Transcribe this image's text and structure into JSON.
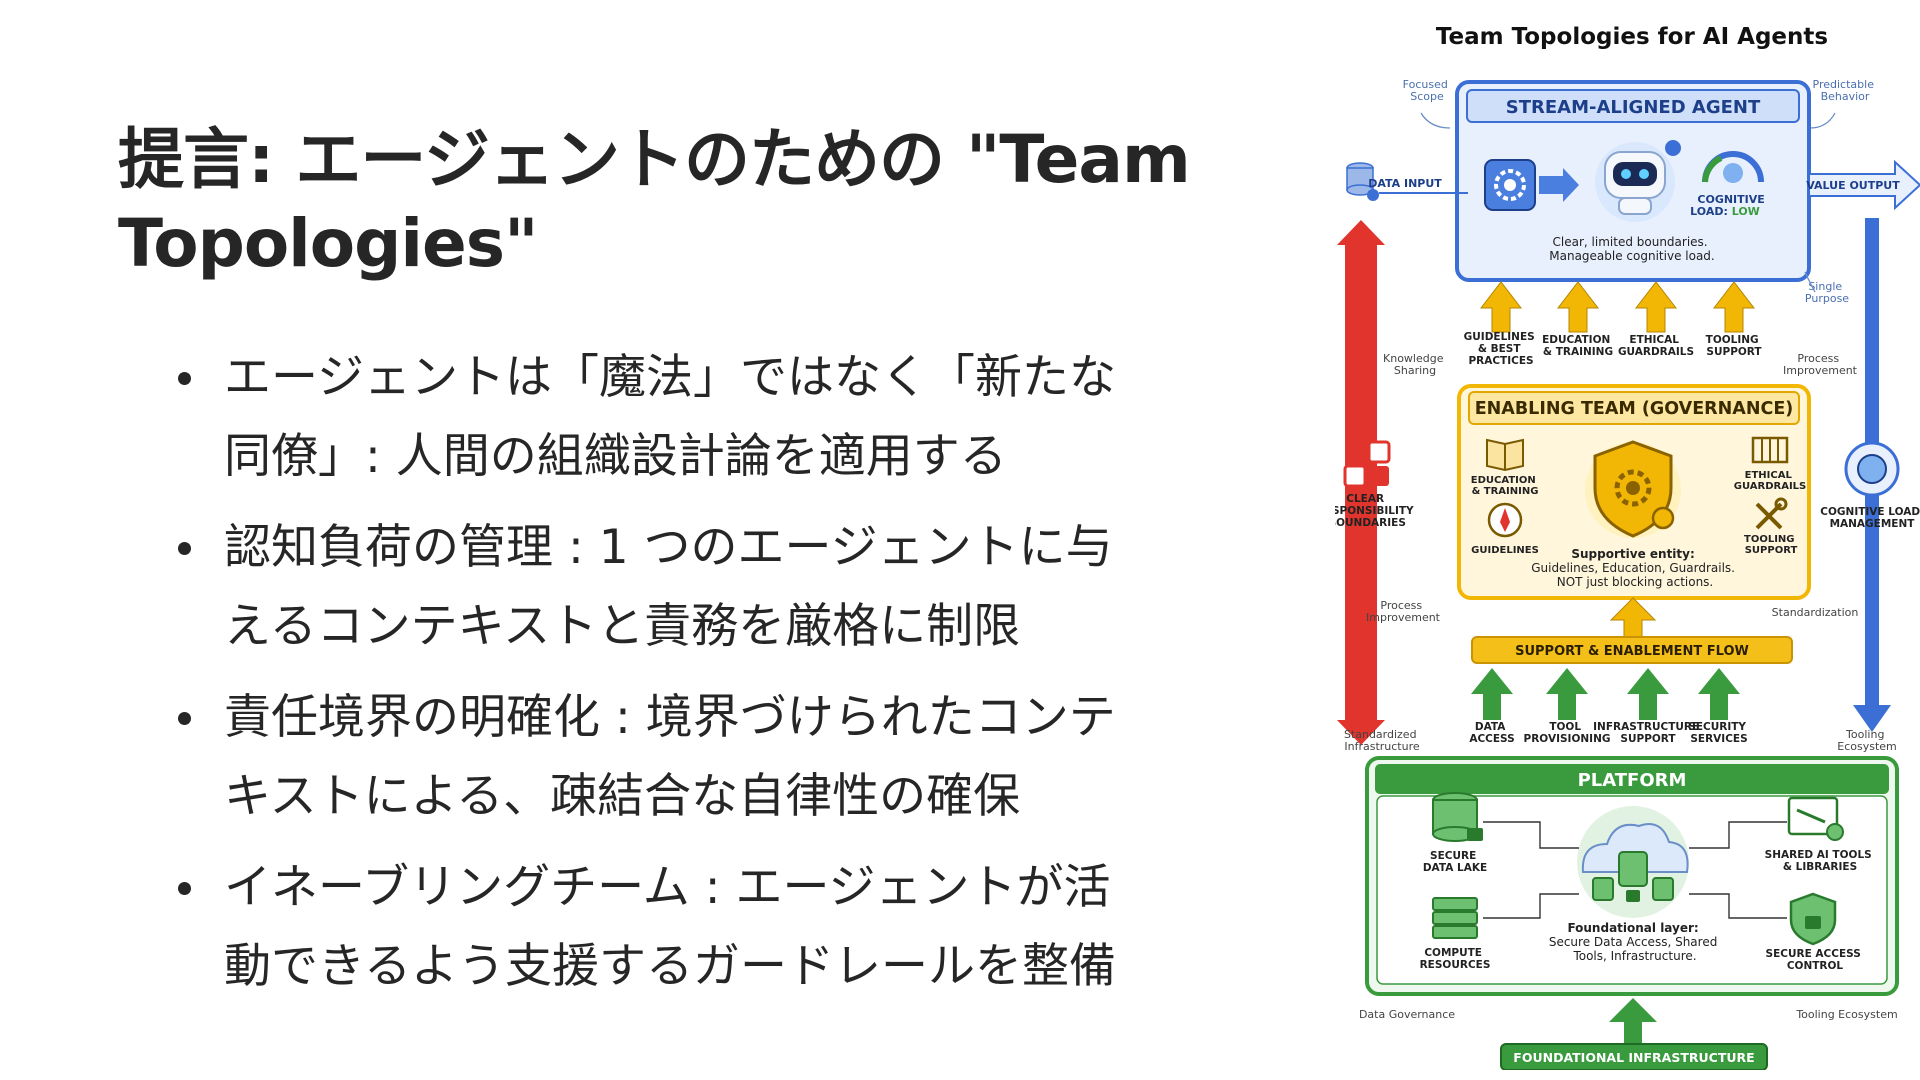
{
  "slide": {
    "title_line1": "提言: エージェントのための \"Team",
    "title_line2": "Topologies\"",
    "bullets": [
      {
        "line1": "エージェントは「魔法」ではなく「新たな",
        "line2": "同僚」: 人間の組織設計論を適用する"
      },
      {
        "line1": "認知負荷の管理 : 1 つのエージェントに与",
        "line2": "えるコンテキストと責務を厳格に制限"
      },
      {
        "line1": "責任境界の明確化 : 境界づけられたコンテ",
        "line2": "キストによる、疎結合な自律性の確保"
      },
      {
        "line1": "イネーブリングチーム : エージェントが活",
        "line2": "動できるよう支援するガードレールを整備"
      }
    ]
  },
  "diagram": {
    "title": "Team Topologies for AI Agents",
    "stream": {
      "header": "STREAM-ALIGNED AGENT",
      "data_input": "DATA INPUT",
      "value_output": "VALUE OUTPUT",
      "cog_line1": "COGNITIVE",
      "cog_line2": "LOAD:",
      "cog_value": "LOW",
      "desc_line1": "Clear, limited boundaries.",
      "desc_line2": "Manageable cognitive load.",
      "focused_line1": "Focused",
      "focused_line2": "Scope",
      "predictable_line1": "Predictable",
      "predictable_line2": "Behavior",
      "single_line1": "Single",
      "single_line2": "Purpose"
    },
    "up_arrows": [
      {
        "line1": "GUIDELINES",
        "line2": "& BEST",
        "line3": "PRACTICES"
      },
      {
        "line1": "EDUCATION",
        "line2": "& TRAINING",
        "line3": ""
      },
      {
        "line1": "ETHICAL",
        "line2": "GUARDRAILS",
        "line3": ""
      },
      {
        "line1": "TOOLING",
        "line2": "SUPPORT",
        "line3": ""
      }
    ],
    "side_notes": {
      "knowledge_line1": "Knowledge",
      "knowledge_line2": "Sharing",
      "process_right_line1": "Process",
      "process_right_line2": "Improvement",
      "process_left_line1": "Process",
      "process_left_line2": "Improvement",
      "standardization": "Standardization",
      "std_infra_line1": "Standardized",
      "std_infra_line2": "Infrastructure",
      "tooling_eco_line1": "Tooling",
      "tooling_eco_line2": "Ecosystem",
      "data_governance": "Data Governance",
      "tooling_ecosystem": "Tooling Ecosystem"
    },
    "left_label": {
      "line1": "CLEAR",
      "line2": "RESPONSIBILITY",
      "line3": "BOUNDARIES"
    },
    "right_label": {
      "line1": "COGNITIVE LOAD",
      "line2": "MANAGEMENT"
    },
    "enabling": {
      "header": "ENABLING TEAM (GOVERNANCE)",
      "edu_line1": "EDUCATION",
      "edu_line2": "& TRAINING",
      "ethical_line1": "ETHICAL",
      "ethical_line2": "GUARDRAILS",
      "guidelines": "GUIDELINES",
      "tooling_line1": "TOOLING",
      "tooling_line2": "SUPPORT",
      "desc_line1": "Supportive entity:",
      "desc_line2": "Guidelines, Education, Guardrails.",
      "desc_line3": "NOT just blocking actions."
    },
    "flow_label": "SUPPORT & ENABLEMENT FLOW",
    "platform_arrows": [
      {
        "line1": "DATA",
        "line2": "ACCESS"
      },
      {
        "line1": "TOOL",
        "line2": "PROVISIONING"
      },
      {
        "line1": "INFRASTRUCTURE",
        "line2": "SUPPORT"
      },
      {
        "line1": "SECURITY",
        "line2": "SERVICES"
      }
    ],
    "platform": {
      "header": "PLATFORM",
      "secure_line1": "SECURE",
      "secure_line2": "DATA LAKE",
      "compute_line1": "COMPUTE",
      "compute_line2": "RESOURCES",
      "shared_line1": "SHARED AI TOOLS",
      "shared_line2": "& LIBRARIES",
      "access_line1": "SECURE ACCESS",
      "access_line2": "CONTROL",
      "desc_line1": "Foundational layer:",
      "desc_line2": "Secure Data Access, Shared",
      "desc_line3": "Tools, Infrastructure."
    },
    "foundation": "FOUNDATIONAL INFRASTRUCTURE",
    "colors": {
      "blue": "#3b6fd6",
      "blue_fill": "#e8f0fd",
      "gold": "#f2b705",
      "gold_fill": "#fff6dc",
      "green": "#3a9a3e",
      "green_fill": "#eef8ee",
      "red": "#e0342d"
    }
  }
}
